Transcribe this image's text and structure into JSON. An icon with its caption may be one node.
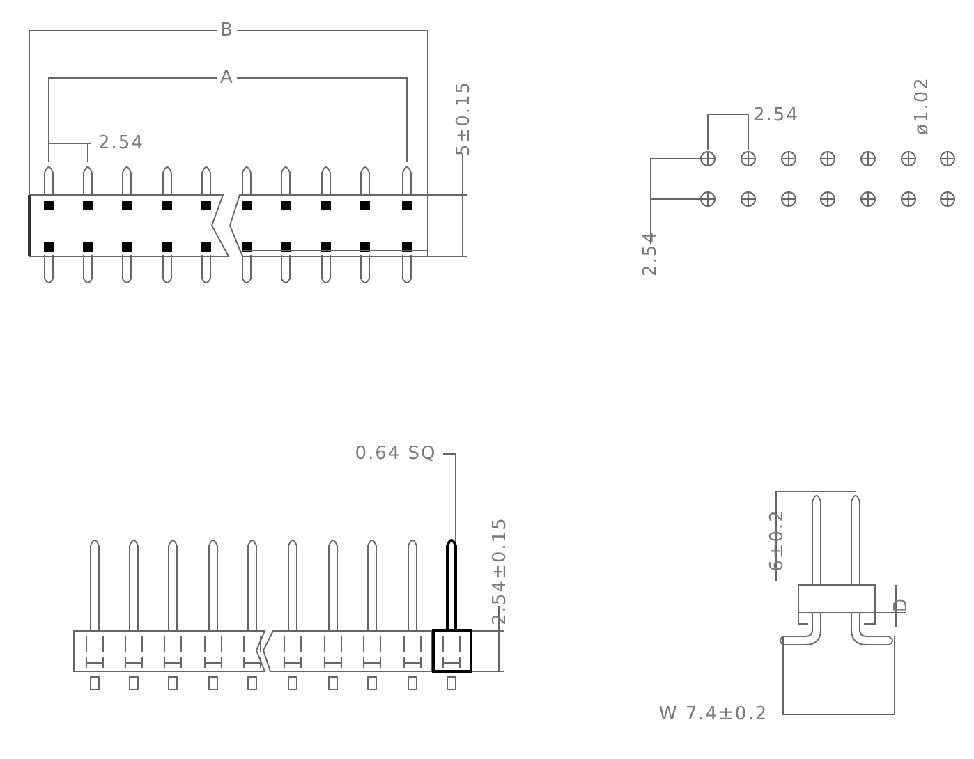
{
  "diagram": {
    "labels": [
      "B",
      "A",
      "2.54",
      "5±0.15",
      "2.54",
      "ø1.02",
      "2.54",
      "0.64 SQ",
      "2.54±0.15",
      "6±0.2",
      "D",
      "W 7.4±0.2"
    ]
  }
}
